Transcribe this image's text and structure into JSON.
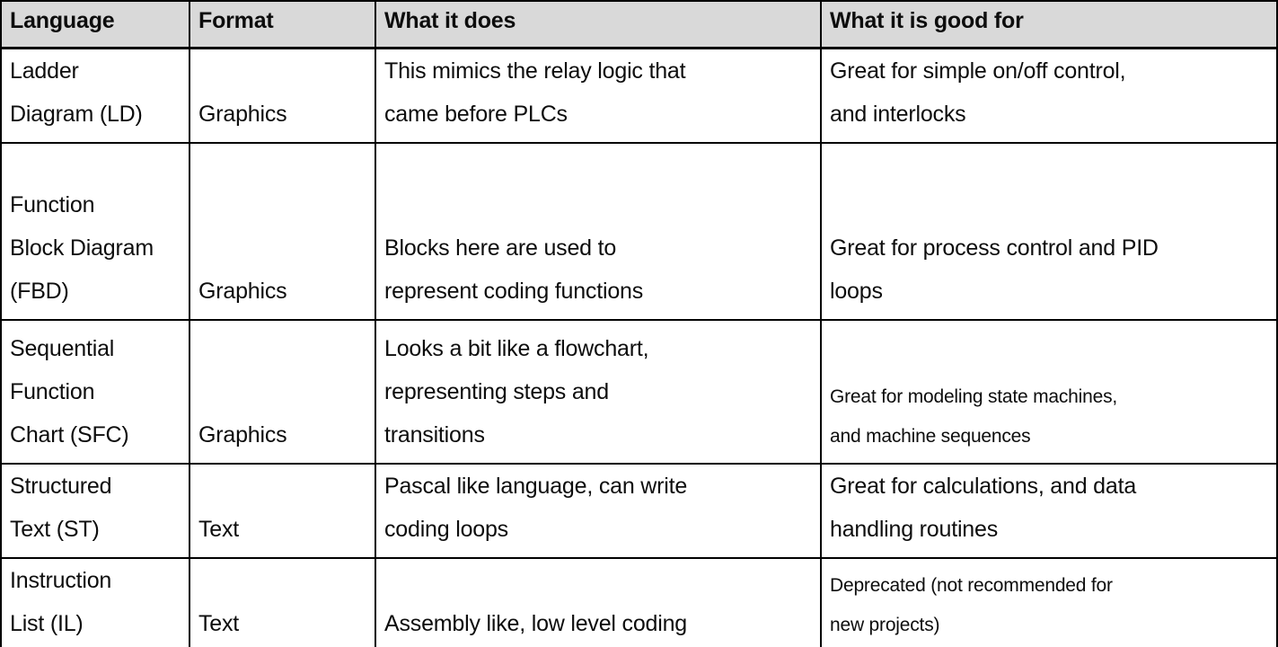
{
  "colors": {
    "header_bg": "#d9d9d9",
    "border": "#000000",
    "text": "#0d0d0d"
  },
  "table": {
    "headers": [
      "Language",
      "Format",
      "What it does",
      "What it is good for"
    ],
    "rows": [
      {
        "cells": [
          "Ladder\nDiagram (LD)",
          "Graphics",
          "This mimics the relay logic that\ncame before PLCs",
          "Great for simple on/off control,\nand interlocks"
        ]
      },
      {
        "cells": [
          "Function\nBlock Diagram\n(FBD)",
          "Graphics",
          "Blocks here are used to\nrepresent coding functions",
          "Great for process control and PID\nloops"
        ]
      },
      {
        "cells": [
          "Sequential\nFunction\nChart (SFC)",
          "Graphics",
          "Looks a bit like a flowchart,\nrepresenting steps and\ntransitions",
          "Great for modeling state machines,\nand machine sequences"
        ]
      },
      {
        "cells": [
          "Structured\nText (ST)",
          "Text",
          "Pascal like language, can write\ncoding loops",
          "Great for calculations, and data\nhandling routines"
        ]
      },
      {
        "cells": [
          "Instruction\nList (IL)",
          "Text",
          "Assembly like, low level coding",
          "Deprecated (not recommended for\nnew projects)"
        ]
      }
    ]
  }
}
